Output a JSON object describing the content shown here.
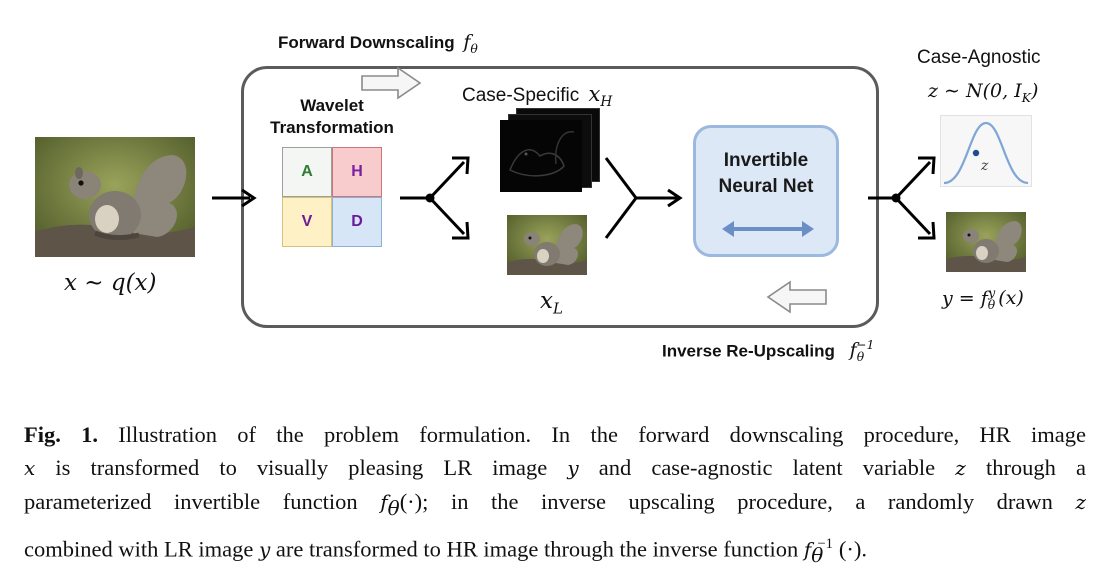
{
  "labels": {
    "forward": "Forward Downscaling",
    "forward_sym": "f",
    "forward_sub": "θ",
    "inverse": "Inverse Re-Upscaling",
    "inverse_sym": "f",
    "inverse_sub": "θ",
    "inverse_sup": "−1",
    "wavelet_line1": "Wavelet",
    "wavelet_line2": "Transformation",
    "band_a": "A",
    "band_h": "H",
    "band_v": "V",
    "band_d": "D",
    "case_specific": "Case-Specific",
    "case_specific_sym": "x",
    "case_specific_sub": "H",
    "xl_sym": "x",
    "xl_sub": "L",
    "inn_line1": "Invertible",
    "inn_line2": "Neural Net",
    "case_agnostic": "Case-Agnostic",
    "z_dist": "z ∼ N(0, I",
    "z_dist_sub": "K",
    "z_dist_end": ")",
    "z_point": "z",
    "input_formula": "x ∼ q(x)",
    "output_lhs": "y = f",
    "output_sub": "θ",
    "output_sup": "y",
    "output_end": "(x)"
  },
  "colors": {
    "band_a_bg": "#f3f6f2",
    "band_a_text": "#2e7d32",
    "band_h_bg": "#f8cccc",
    "band_h_text": "#7b1fa2",
    "band_v_bg": "#fdf1c5",
    "band_v_text": "#6a1b9a",
    "band_d_bg": "#d6e6f7",
    "band_d_text": "#6a1b9a",
    "inn_bg": "#dde8f6",
    "inn_border": "#9bb8df",
    "inn_arrow": "#6a8fc6",
    "curve": "#7fa6d6",
    "point": "#1f4e8c"
  },
  "caption": {
    "fig_label": "Fig. 1.",
    "line1": "Illustration of the problem formulation. In the forward downscaling procedure, HR image",
    "line2_a": "x",
    "line2_b": "is transformed to visually pleasing LR image",
    "line2_c": "y",
    "line2_d": "and case-agnostic latent variable",
    "line2_e": "z",
    "line2_f": "through a",
    "line3_a": "parameterized invertible function",
    "line3_b": "f",
    "line3_c": "θ",
    "line3_d": "(·); in the inverse upscaling procedure, a randomly drawn",
    "line3_e": "z",
    "line4_a": "combined with LR image",
    "line4_b": "y",
    "line4_c": "are transformed to HR image through the inverse function",
    "line4_d": "f",
    "line4_e": "θ",
    "line4_f": "−1",
    "line4_g": "(·)."
  }
}
